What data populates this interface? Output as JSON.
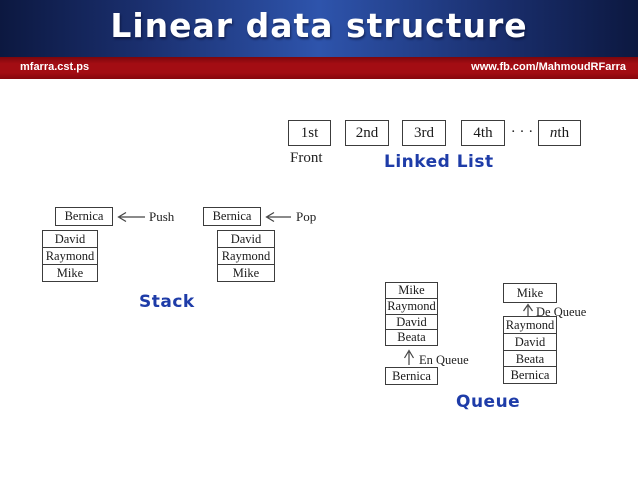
{
  "header": {
    "title": "Linear data structure",
    "bar_left": "mfarra.cst.ps",
    "bar_right": "www.fb.com/MahmoudRFarra"
  },
  "colors": {
    "header_edge": "#0c1840",
    "header_center": "#2e54ac",
    "bar_red": "#a30d13",
    "caption_blue": "#1e3ca8",
    "box_border": "#3c3c3c",
    "text_dark": "#1a1a1a"
  },
  "linked_list": {
    "nodes": [
      "1st",
      "2nd",
      "3rd",
      "4th"
    ],
    "dots": "· · ·",
    "nth": {
      "italic": "n",
      "suffix": "th"
    },
    "front_label": "Front",
    "caption": "Linked List"
  },
  "stack": {
    "push": {
      "top_item": "Bernica",
      "arrow_label": "Push",
      "items": [
        "David",
        "Raymond",
        "Mike"
      ]
    },
    "pop": {
      "top_item": "Bernica",
      "arrow_label": "Pop",
      "items": [
        "David",
        "Raymond",
        "Mike"
      ]
    },
    "caption": "Stack"
  },
  "queue": {
    "enqueue": {
      "items": [
        "Mike",
        "Raymond",
        "David",
        "Beata"
      ],
      "arrow_label": "En Queue",
      "incoming": "Bernica"
    },
    "dequeue": {
      "outgoing": "Mike",
      "arrow_label": "De Queue",
      "items": [
        "Raymond",
        "David",
        "Beata",
        "Bernica"
      ]
    },
    "caption": "Queue"
  }
}
